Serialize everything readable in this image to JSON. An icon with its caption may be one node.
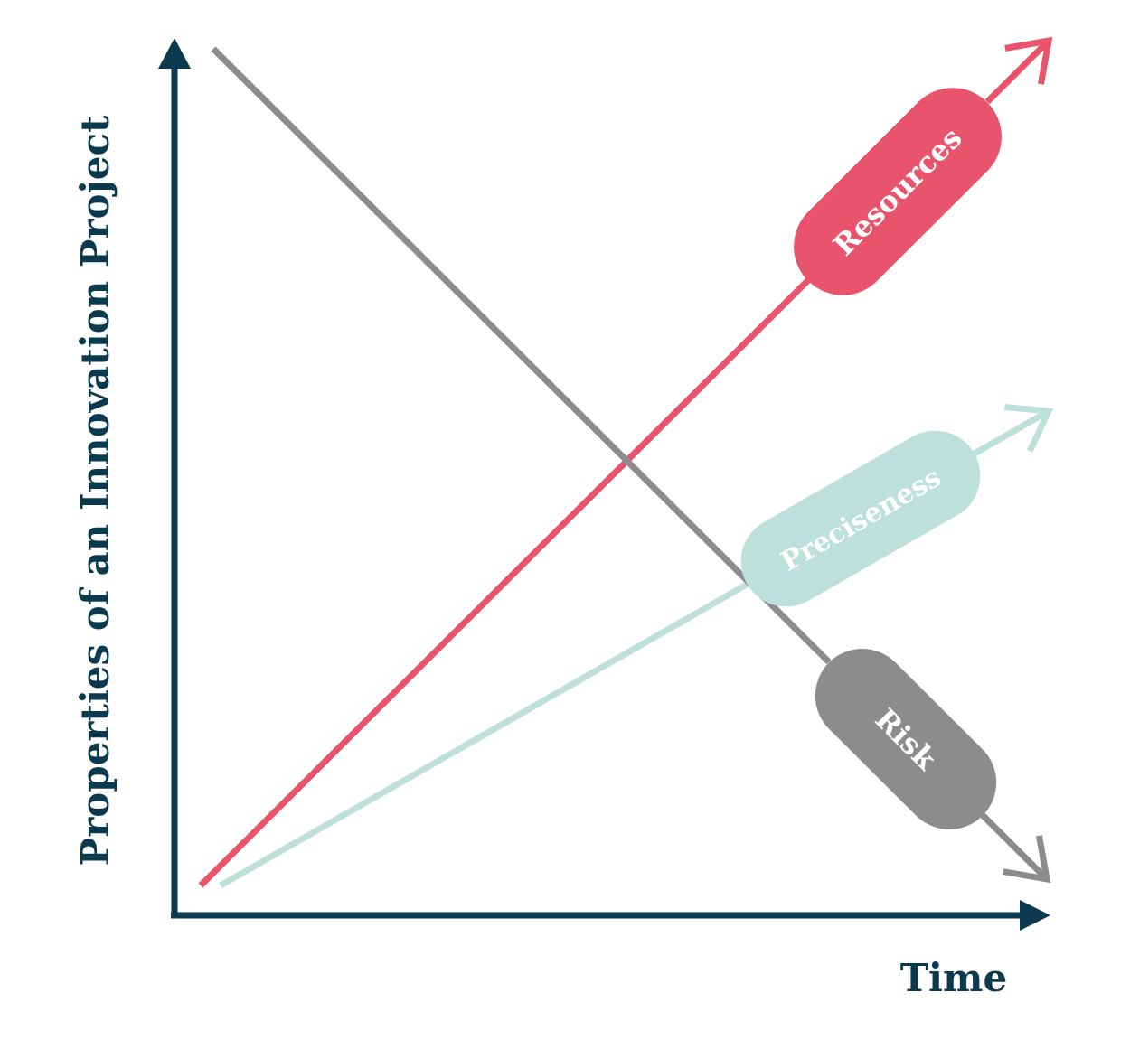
{
  "diagram": {
    "nodes": [
      {
        "text": [
          "Resources"
        ]
      },
      {
        "text": [
          "Preciseness"
        ]
      },
      {
        "text": [
          "Risk"
        ]
      }
    ],
    "edges": [
      {
        "from": null,
        "to": 0,
        "arrow": "none",
        "color": "#e8546b"
      },
      {
        "from": 0,
        "to": null,
        "arrow": "to",
        "color": "#e8546b"
      },
      {
        "from": null,
        "to": 1,
        "arrow": "none",
        "color": "#bde0da"
      },
      {
        "from": 1,
        "to": null,
        "arrow": "to",
        "color": "#bde0da"
      },
      {
        "from": null,
        "to": 2,
        "arrow": "none",
        "color": "#8c8c8c"
      },
      {
        "from": 2,
        "to": null,
        "arrow": "to",
        "color": "#8c8c8c"
      }
    ],
    "labels": [
      "Properties of an Innovation Project",
      "Time"
    ]
  }
}
